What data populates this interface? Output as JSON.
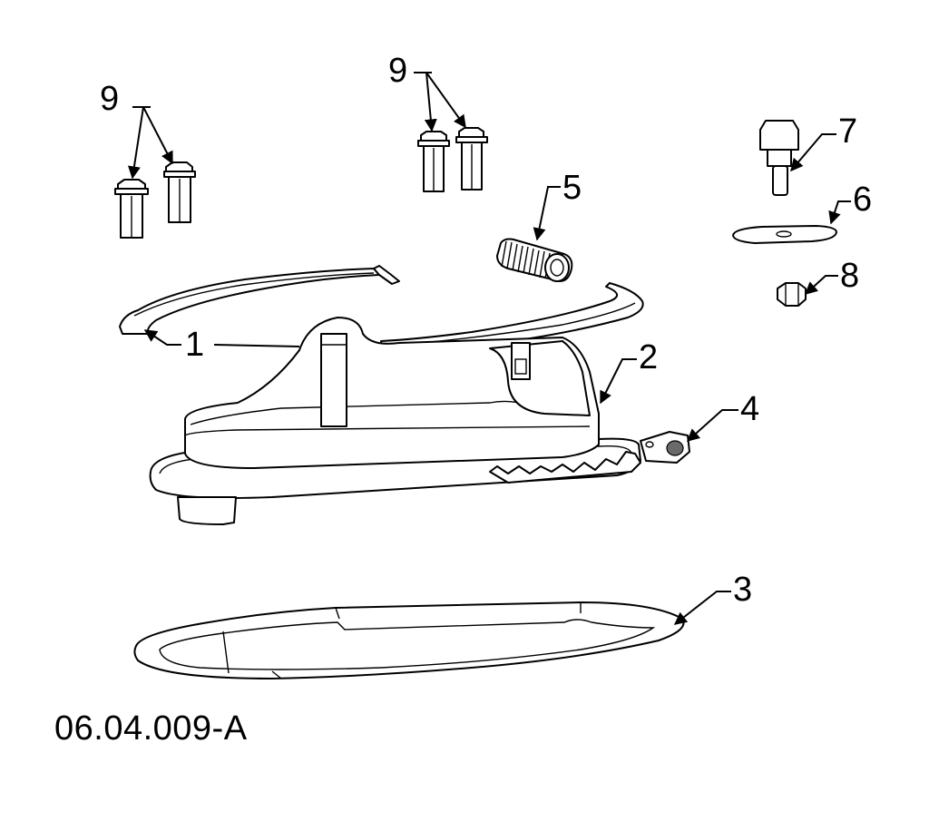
{
  "drawing_ref": "06.04.009-A",
  "callouts": {
    "c1": "1",
    "c2": "2",
    "c3": "3",
    "c4": "4",
    "c5": "5",
    "c6": "6",
    "c7": "7",
    "c8": "8",
    "c9a": "9",
    "c9b": "9"
  }
}
